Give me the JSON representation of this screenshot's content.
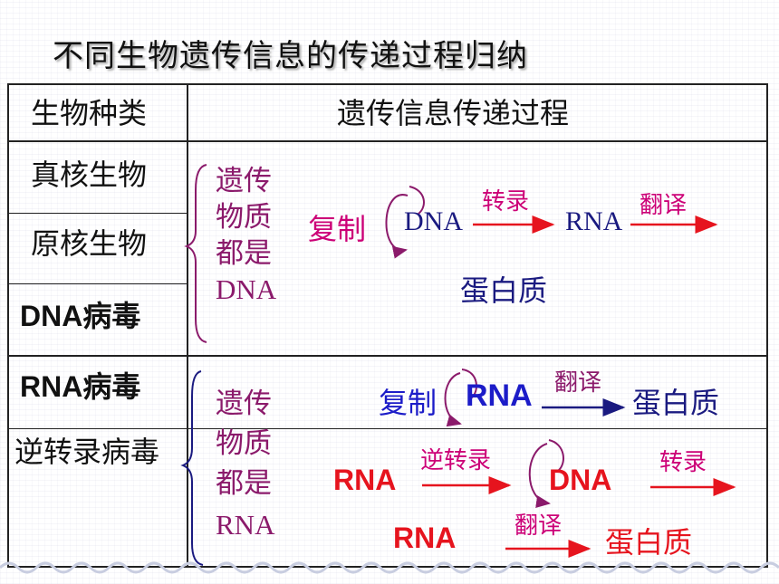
{
  "title": "不同生物遗传信息的传递过程归纳",
  "table": {
    "header_col1": "生物种类",
    "header_col2": "遗传信息传递过程",
    "rows": [
      "真核生物",
      "原核生物",
      "DNA病毒",
      "RNA病毒",
      "逆转录病毒"
    ]
  },
  "dna_group": {
    "material_lines": [
      "遗传",
      "物质",
      "都是",
      "DNA"
    ],
    "replication_label": "复制",
    "dna": "DNA",
    "transcription_label": "转录",
    "rna": "RNA",
    "translation_label": "翻译",
    "protein": "蛋白质"
  },
  "rna_group": {
    "material_lines": [
      "遗传",
      "物质",
      "都是",
      "RNA"
    ],
    "rna_virus": {
      "replication_label": "复制",
      "rna": "RNA",
      "translation_label": "翻译",
      "protein": "蛋白质"
    },
    "retrovirus": {
      "rna_start": "RNA",
      "reverse_transcription_label": "逆转录",
      "dna": "DNA",
      "transcription_label": "转录",
      "rna_second": "RNA",
      "translation_label": "翻译",
      "protein": "蛋白质"
    }
  },
  "colors": {
    "magenta": "#cc0077",
    "purple": "#8b1a6b",
    "navy": "#1a1a80",
    "blue": "#1c1cc8",
    "red": "#e6141e"
  }
}
